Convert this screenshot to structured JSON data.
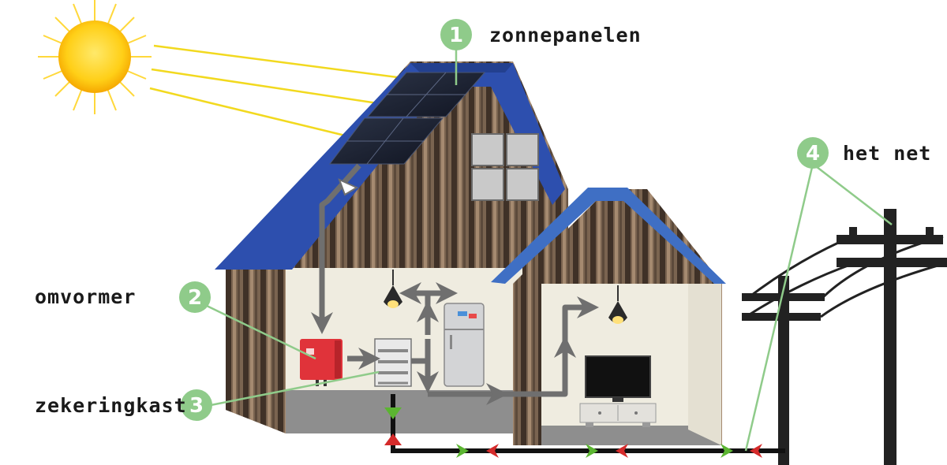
{
  "labels": {
    "solar_panels": "zonnepanelen",
    "inverter": "omvormer",
    "fuse_box": "zekeringkast",
    "grid": "het net"
  },
  "badges": [
    "1",
    "2",
    "3",
    "4"
  ],
  "colors": {
    "badge": "#8fcb8a",
    "roof": "#2d4fae",
    "wall_wood": "#6b5644",
    "interior": "#efece0",
    "floor": "#8e8e8e",
    "arrow": "#6f6f6f",
    "inverter": "#e0333a",
    "cable": "#111111",
    "arrow_green": "#5bb531",
    "arrow_red": "#d42a2a",
    "sun": "#ffd21a",
    "pole": "#222222"
  }
}
